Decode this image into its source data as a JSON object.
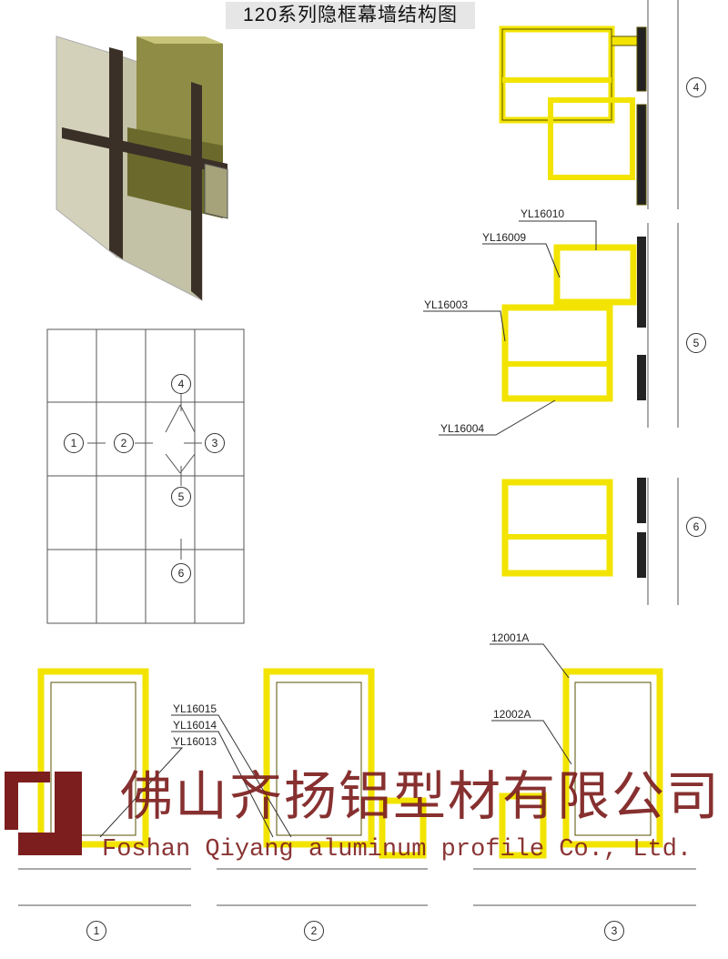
{
  "title": "120系列隐框幕墙结构图",
  "grid_markers": [
    "1",
    "2",
    "3",
    "4",
    "5",
    "6"
  ],
  "section_markers": {
    "right": [
      "4",
      "5",
      "6"
    ],
    "bottom": [
      "1",
      "2",
      "3"
    ]
  },
  "part_labels": {
    "yl16010": "YL16010",
    "yl16009": "YL16009",
    "yl16003": "YL16003",
    "yl16004": "YL16004",
    "yl16015": "YL16015",
    "yl16014": "YL16014",
    "yl16013": "YL16013",
    "p12001a": "12001A",
    "p12002a": "12002A"
  },
  "watermark": {
    "cn": "佛山齐扬铝型材有限公司",
    "en": "Foshan Qiyang aluminum profile Co., Ltd."
  },
  "colors": {
    "profile": "#f2e400",
    "outline": "#5a5000",
    "watermark": "#7d1e1e"
  }
}
